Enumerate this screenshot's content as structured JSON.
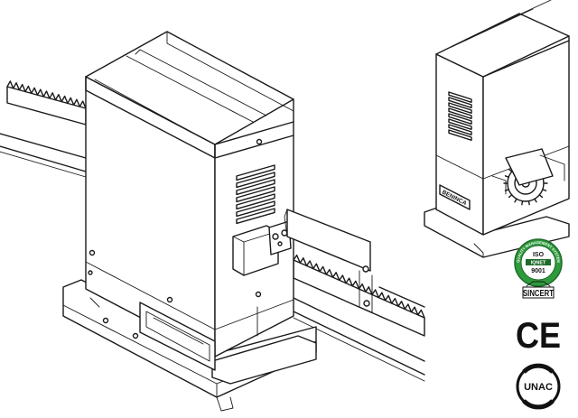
{
  "brand": {
    "motor_brand": "BENINCA"
  },
  "certifications": {
    "iso_top": "QUALITY MANAGEMENT SYSTEM",
    "iso_label": "ISO",
    "iso_mark": "IQNET",
    "iso_number": "9001",
    "sincert_label": "SINCERT",
    "ce_label": "CE",
    "unac_label": "UNAC"
  },
  "colors": {
    "line": "#1a1a1a",
    "iso_green": "#2f9a3c",
    "iso_dark": "#1d6b2a",
    "ce_mark": "#111111"
  }
}
